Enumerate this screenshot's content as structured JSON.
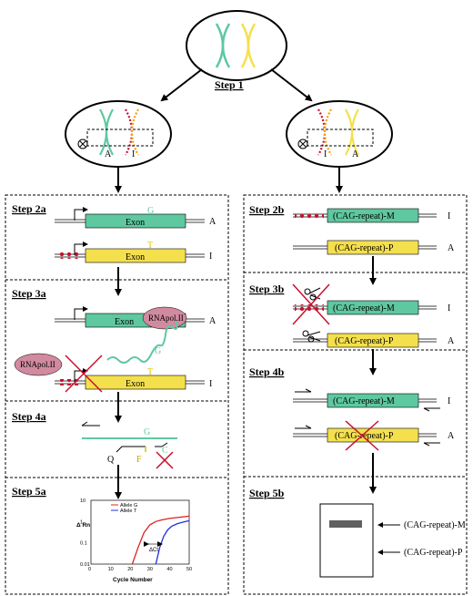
{
  "colors": {
    "green_exon": "#5ec8a0",
    "yellow_exon": "#f4e04d",
    "methyl_red": "#c8102e",
    "rnapol_pink": "#d18aa0",
    "snp_green": "#5ec8a0",
    "snp_yellow": "#e8c200",
    "allele_g_line": "#e02020",
    "allele_t_line": "#2030e0",
    "gel_band": "#606060"
  },
  "step1": {
    "title": "Step 1"
  },
  "left_cell": {
    "allele1": "A",
    "allele2": "I"
  },
  "right_cell": {
    "allele1": "I",
    "allele2": "A"
  },
  "step2a": {
    "title": "Step 2a",
    "row1": {
      "exon": "Exon",
      "snp": "G",
      "allele": "A"
    },
    "row2": {
      "exon": "Exon",
      "snp": "T",
      "allele": "I"
    }
  },
  "step3a": {
    "title": "Step 3a",
    "row1": {
      "exon": "Exon",
      "rnapol": "RNApol.II",
      "transcript_snp": "G",
      "allele": "A"
    },
    "row2": {
      "exon": "Exon",
      "rnapol": "RNApol.II",
      "snp": "T",
      "allele": "I"
    }
  },
  "step4a": {
    "title": "Step 4a",
    "snp": "G",
    "quencher": "Q",
    "fluor1": "F",
    "fluor2": "C"
  },
  "step5a": {
    "title": "Step 5a",
    "chart_data": {
      "type": "line",
      "xlabel": "Cycle Number",
      "ylabel": "Δ Rn",
      "xlim": [
        0,
        50
      ],
      "ylim": [
        0.01,
        10
      ],
      "y_scale": "log",
      "x_ticks": [
        "0",
        "10",
        "20",
        "30",
        "40",
        "50"
      ],
      "y_ticks": [
        "10",
        "1",
        "0.1",
        "0.01"
      ],
      "legend": [
        "Allele G",
        "Allele T"
      ],
      "annotation": "ΔCt",
      "series": [
        {
          "name": "Allele G",
          "color": "#e02020",
          "x": [
            21,
            24,
            27,
            30,
            33,
            36,
            40,
            45,
            50
          ],
          "y": [
            0.01,
            0.06,
            0.3,
            0.7,
            1.0,
            1.2,
            1.4,
            1.6,
            1.8
          ]
        },
        {
          "name": "Allele T",
          "color": "#2030e0",
          "x": [
            33,
            35,
            37,
            39,
            41,
            44,
            47,
            50
          ],
          "y": [
            0.01,
            0.06,
            0.2,
            0.4,
            0.6,
            0.8,
            0.95,
            1.1
          ]
        }
      ]
    }
  },
  "step2b": {
    "title": "Step 2b",
    "row1": {
      "label": "(CAG-repeat)-M",
      "allele": "I"
    },
    "row2": {
      "label": "(CAG-repeat)-P",
      "allele": "A"
    }
  },
  "step3b": {
    "title": "Step 3b",
    "row1": {
      "label": "(CAG-repeat)-M",
      "allele": "I"
    },
    "row2": {
      "label": "(CAG-repeat)-P",
      "allele": "A"
    }
  },
  "step4b": {
    "title": "Step 4b",
    "row1": {
      "label": "(CAG-repeat)-M",
      "allele": "I"
    },
    "row2": {
      "label": "(CAG-repeat)-P",
      "allele": "A"
    }
  },
  "step5b": {
    "title": "Step 5b",
    "band1": "(CAG-repeat)-M",
    "band2": "(CAG-repeat)-P"
  }
}
